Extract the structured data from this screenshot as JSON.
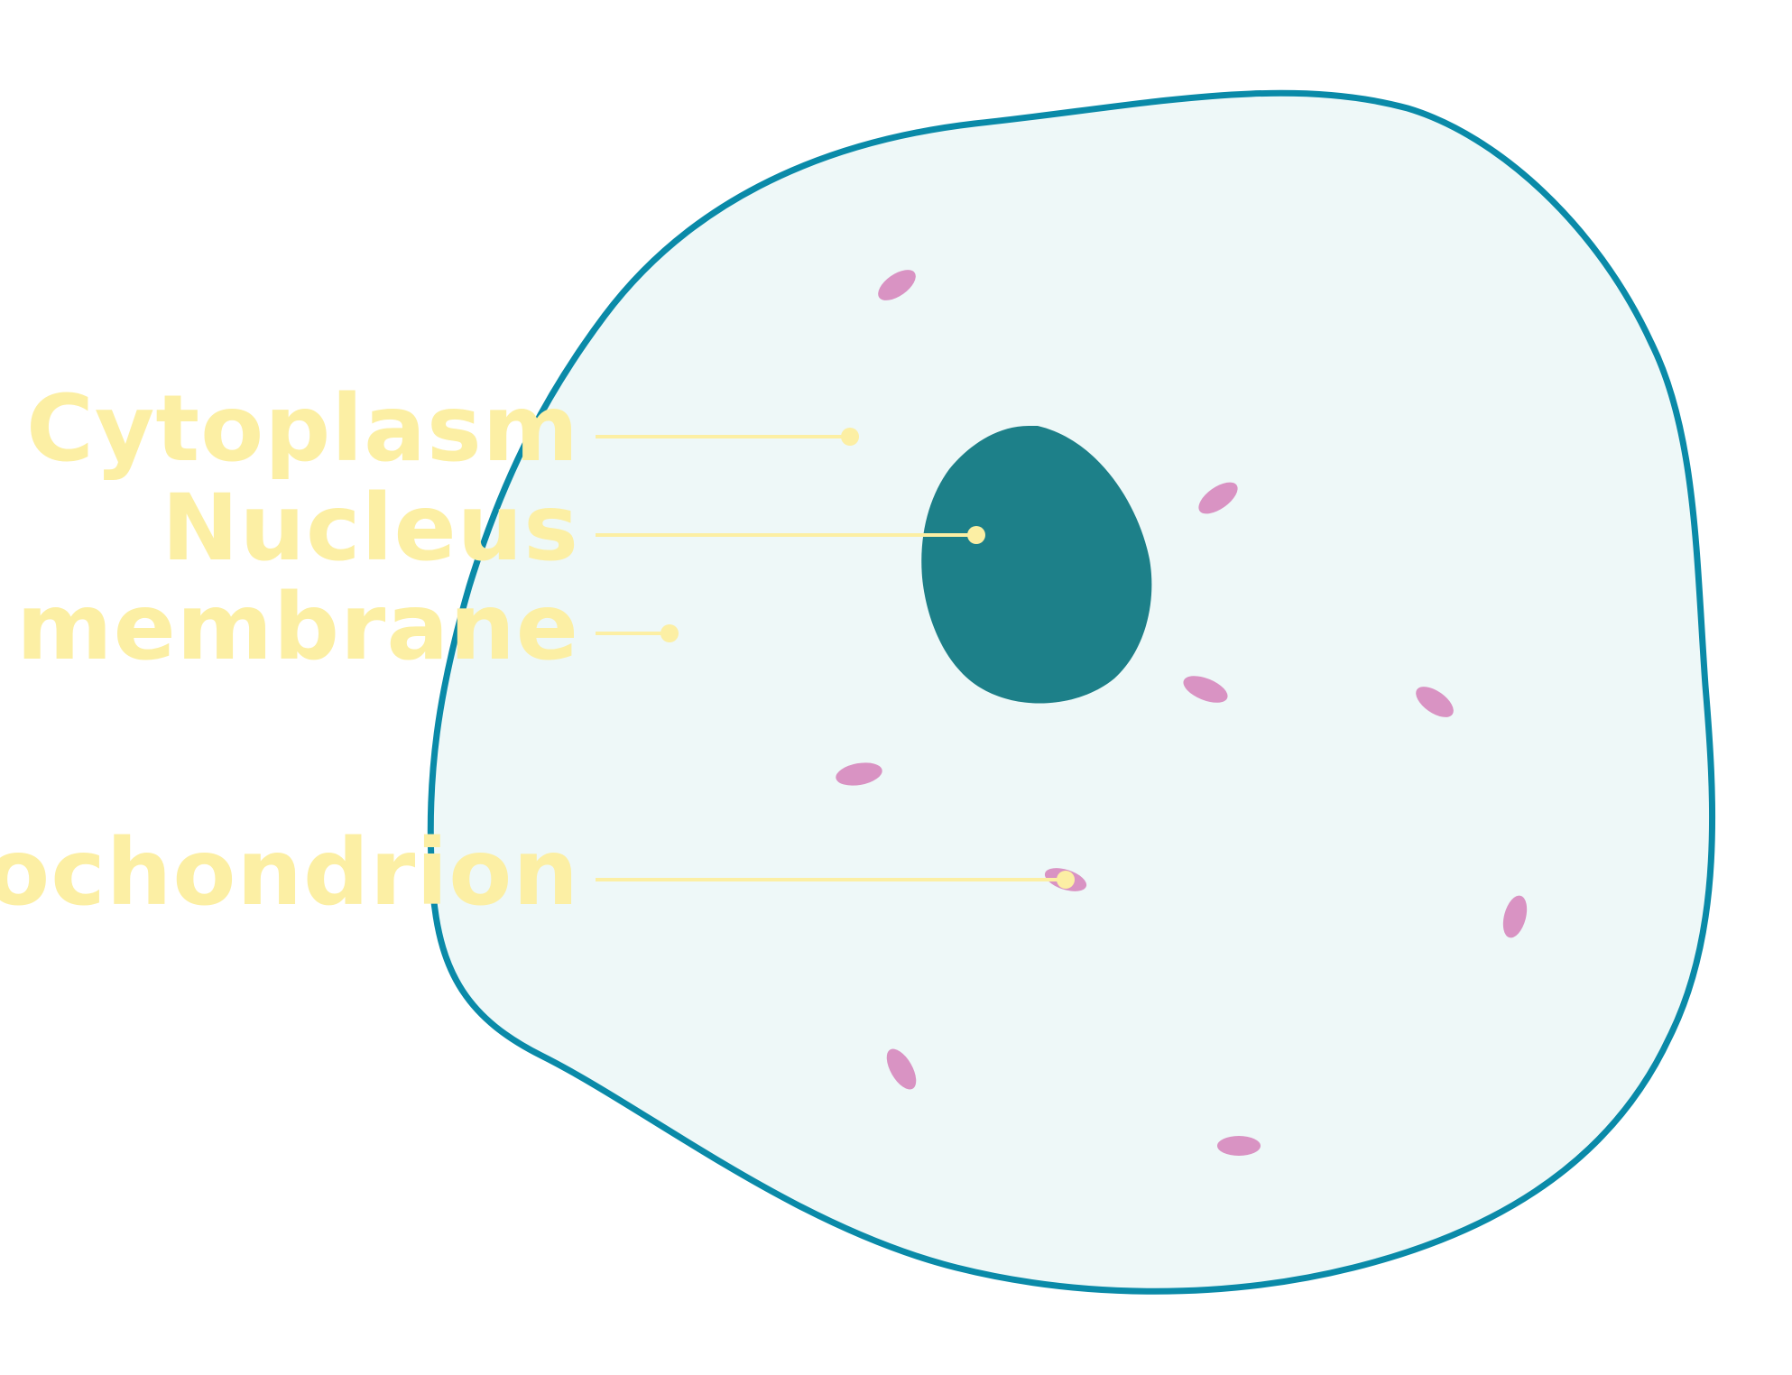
{
  "diagram": {
    "colors": {
      "background": "#ffffff",
      "membrane_stroke": "#0a8aa8",
      "cytoplasm_fill": "#eef8f8",
      "nucleus_fill": "#1d8089",
      "mitochondrion_fill": "#d993c3",
      "label_color": "#fcefa4"
    },
    "labels": {
      "cytoplasm": "Cytoplasm",
      "nucleus": "Nucleus",
      "cell_membrane": "Cell membrane",
      "mitochondrion": "Mitochondrion"
    }
  }
}
